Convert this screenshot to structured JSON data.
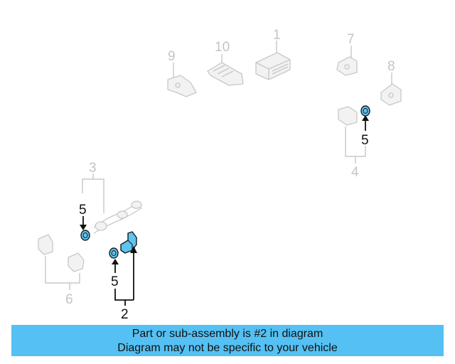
{
  "callouts": {
    "c1": "1",
    "c2": "2",
    "c3": "3",
    "c4": "4",
    "c5a": "5",
    "c5b": "5",
    "c5c": "5",
    "c6": "6",
    "c7": "7",
    "c8": "8",
    "c9": "9",
    "c10": "10"
  },
  "highlighted_part": "2",
  "banner": {
    "line1": "Part or sub-assembly is #2 in diagram",
    "line2": "Diagram may not be specific to your vehicle"
  },
  "colors": {
    "highlight": "#5ec4ef",
    "banner": "#55c0f3",
    "ghost_parts": "#c8c8c8"
  }
}
